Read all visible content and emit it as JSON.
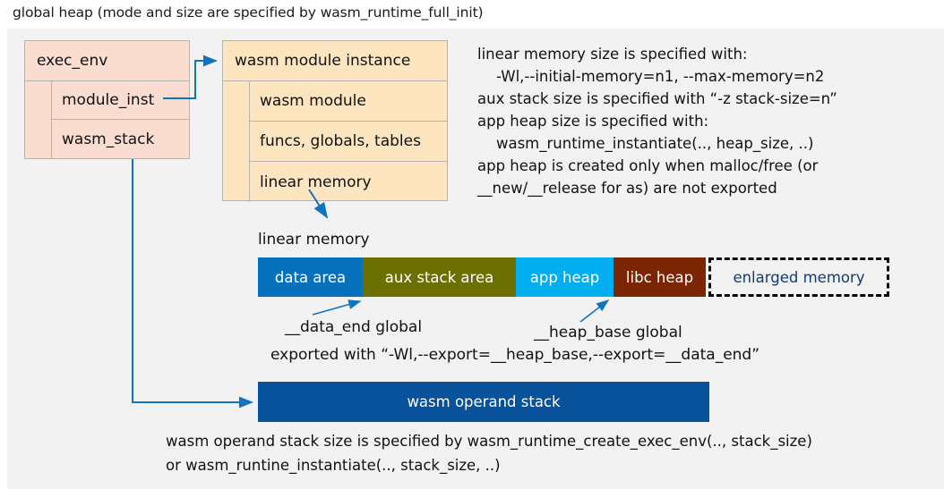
{
  "title": "global heap (mode and size are specified by wasm_runtime_full_init)",
  "colors": {
    "canvas_bg": "#f2f2f2",
    "exec_env_fill": "#fadcd0",
    "module_fill": "#fce5bf",
    "box_border": "#b3b3b3",
    "connector": "#1073bd",
    "data_area": "#0770bd",
    "aux_stack_area": "#6b7000",
    "app_heap": "#00adee",
    "libc_heap": "#7b2504",
    "enlarged_memory_text": "#123c73",
    "operand_stack": "#08529b"
  },
  "exec_env": {
    "title": "exec_env",
    "rows": [
      {
        "label": "module_inst"
      },
      {
        "label": "wasm_stack"
      }
    ]
  },
  "wasm_module_instance": {
    "title": "wasm module instance",
    "rows": [
      {
        "label": "wasm module"
      },
      {
        "label": "funcs, globals, tables"
      },
      {
        "label": "linear memory"
      }
    ]
  },
  "notes": {
    "right_block": "linear memory size is specified with:\n    -Wl,--initial-memory=n1, --max-memory=n2\naux stack size is specified with “-z stack-size=n”\napp heap size is specified with:\n    wasm_runtime_instantiate(.., heap_size, ..)\napp heap is created only when malloc/free (or\n__new/__release for as) are not exported",
    "bottom_block": "wasm operand stack size is specified by wasm_runtime_create_exec_env(.., stack_size)\nor wasm_runtine_instantiate(.., stack_size, ..)"
  },
  "linear_memory": {
    "label": "linear memory",
    "segments": [
      {
        "name": "data area",
        "key": "data"
      },
      {
        "name": "aux stack area",
        "key": "aux"
      },
      {
        "name": "app heap",
        "key": "appheap"
      },
      {
        "name": "libc heap",
        "key": "libcheap"
      },
      {
        "name": "enlarged memory",
        "key": "enlarged"
      }
    ],
    "annotations": {
      "data_end": "__data_end global",
      "heap_base": "__heap_base global",
      "export": "exported with “-Wl,--export=__heap_base,--export=__data_end”"
    }
  },
  "operand_stack": {
    "label": "wasm operand stack"
  }
}
